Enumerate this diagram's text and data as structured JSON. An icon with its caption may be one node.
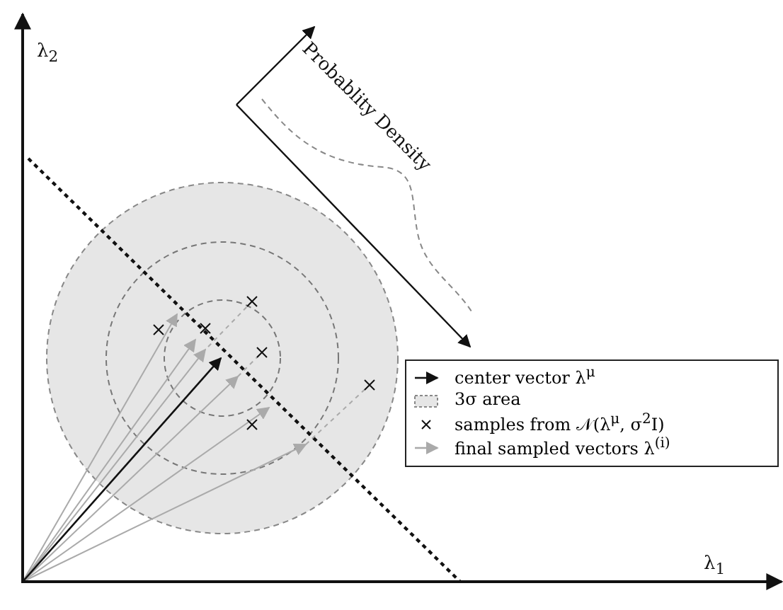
{
  "diagram": {
    "labels": [
      "λ$_{2}$",
      "Probablity Density",
      "λ$_{1}$"
    ],
    "legend": [
      {
        "text": "center vector λ$^{μ}$"
      },
      {
        "text": "3σ area"
      },
      {
        "text": "samples from 𝒩(λ$^{μ}$, σ$^{2}$I)"
      },
      {
        "text": "final sampled vectors λ$^{(i)}$"
      }
    ]
  }
}
